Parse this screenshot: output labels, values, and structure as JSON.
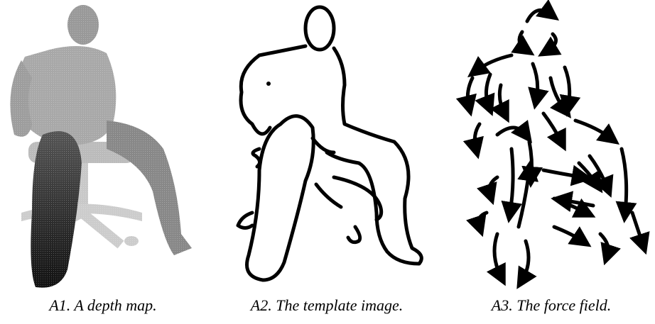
{
  "figure": {
    "panels": [
      {
        "id": "A1",
        "caption": "A1. A depth map."
      },
      {
        "id": "A2",
        "caption": "A2. The template image."
      },
      {
        "id": "A3",
        "caption": "A3. The force field."
      }
    ]
  }
}
